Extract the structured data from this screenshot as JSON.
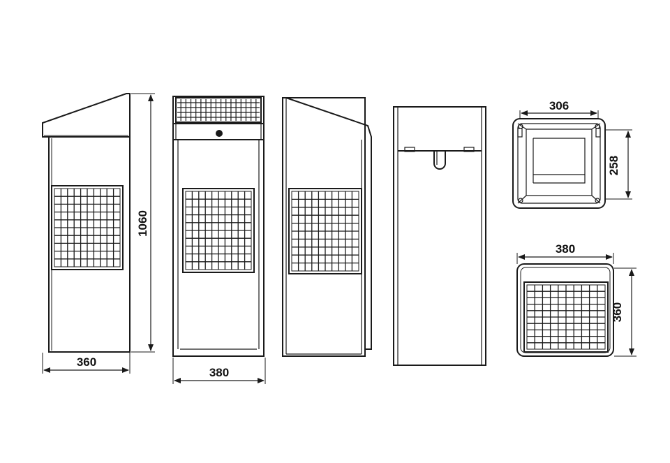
{
  "dimensions": {
    "front_width": "360",
    "height": "1060",
    "side_width": "380",
    "top_width": "306",
    "top_depth": "258",
    "bottom_width": "380",
    "bottom_depth": "360"
  },
  "grid_cells": 10
}
